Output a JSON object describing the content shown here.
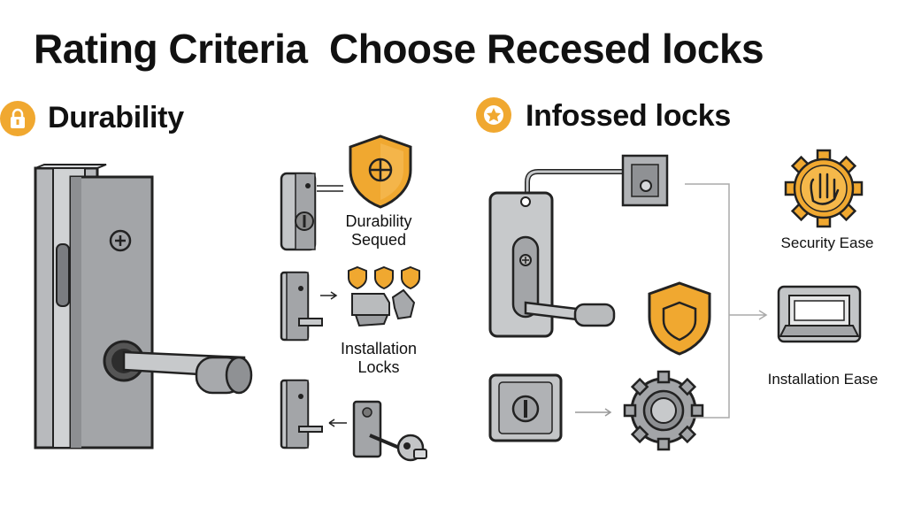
{
  "title": "Rating Criteria  Choose Recesed locks",
  "sections": {
    "left": {
      "heading": "Durability",
      "icon": "lock-icon"
    },
    "right": {
      "heading": "Infossed locks",
      "icon": "star-icon"
    }
  },
  "labels": {
    "durability_sequed": [
      "Durability",
      "Sequed"
    ],
    "installation_locks": [
      "Installation",
      "Locks"
    ],
    "security_ease": "Security Ease",
    "installation_ease": "Installation Ease"
  },
  "colors": {
    "accent": "#f0a830",
    "metal": "#9a9c9f",
    "metal_dark": "#6d6f72",
    "outline": "#222222"
  }
}
